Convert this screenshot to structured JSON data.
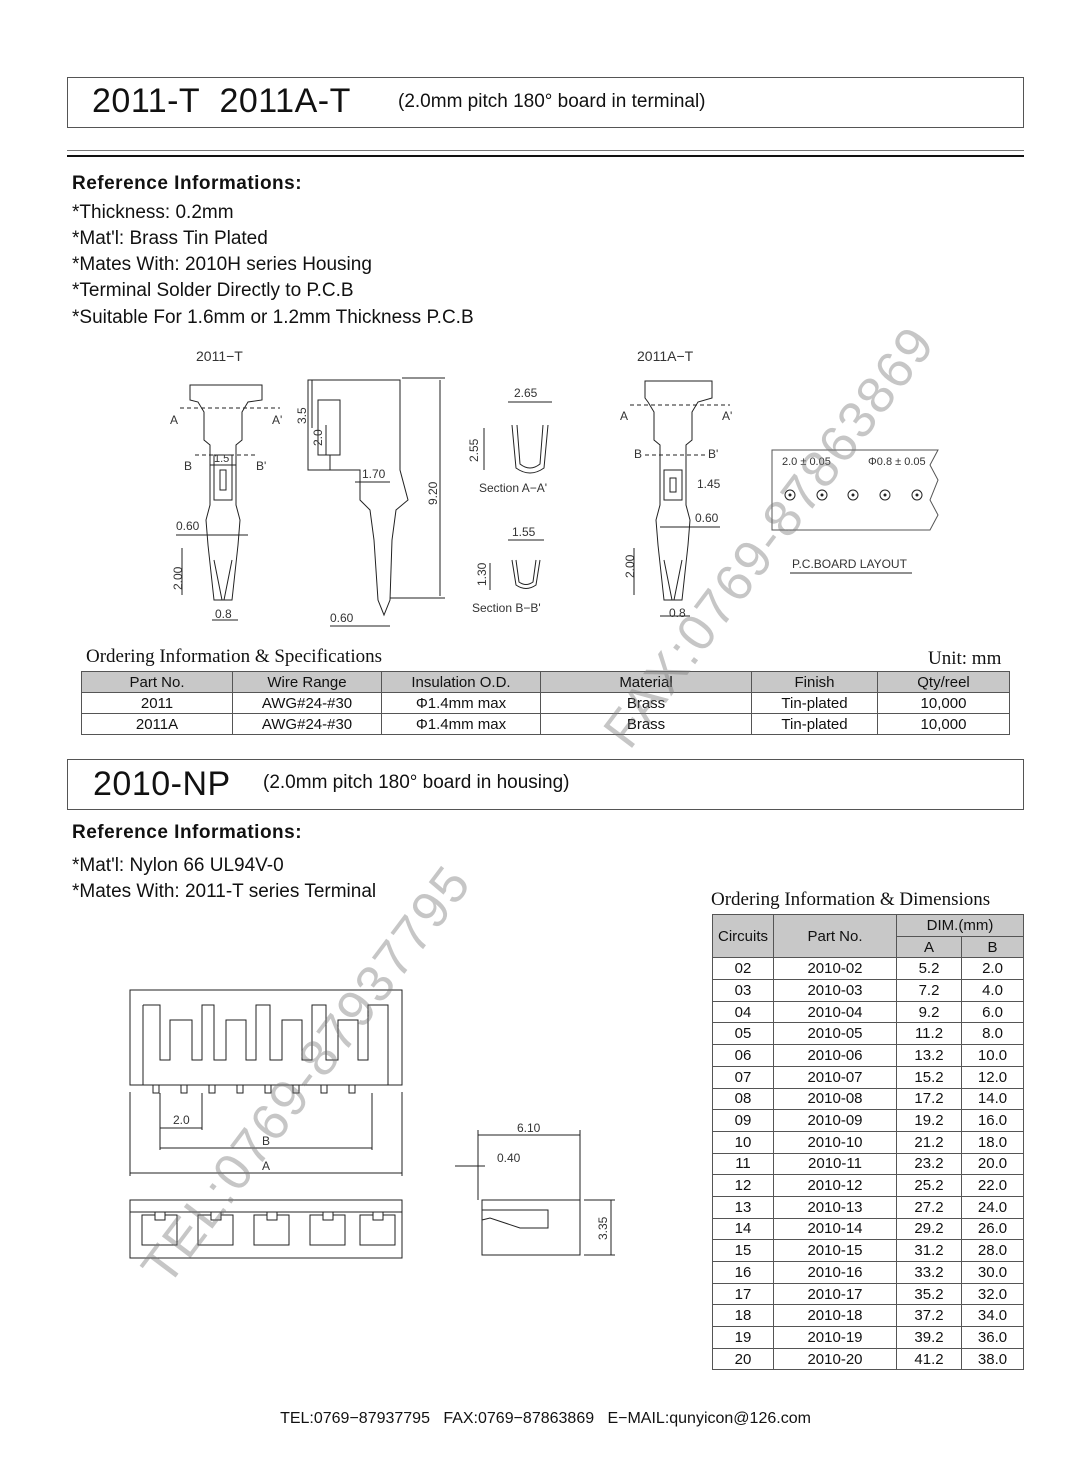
{
  "sec1": {
    "title": "2011-T  2011A-T",
    "subtitle": "(2.0mm pitch 180°  board in terminal)",
    "ref_heading": "Reference Informations:",
    "ref_lines": [
      "*Thickness: 0.2mm",
      "*Mat'l: Brass Tin Plated",
      "*Mates With: 2010H series Housing",
      "*Terminal Solder Directly to P.C.B",
      "*Suitable For 1.6mm or 1.2mm Thickness P.C.B"
    ]
  },
  "drawing1": {
    "label_2011t": "2011−T",
    "label_2011at": "2011A−T",
    "label_a": "A",
    "label_a2": "A'",
    "label_b": "B",
    "label_b2": "B'",
    "dim_1_5": "1.5",
    "dim_0_60": "0.60",
    "dim_2_00": "2.00",
    "dim_0_8": "0.8",
    "dim_3_5": "3.5",
    "dim_2_0": "2.0",
    "dim_1_70": "1.70",
    "dim_9_20": "9.20",
    "dim_2_65": "2.65",
    "dim_2_55": "2.55",
    "section_aa": "Section A−A'",
    "dim_1_55": "1.55",
    "dim_1_30": "1.30",
    "section_bb": "Section B−B'",
    "dim_1_45": "1.45",
    "pcb_pitch": "2.0 ± 0.05",
    "pcb_hole": "Φ0.8 ± 0.05",
    "pcb_label": "P.C.BOARD LAYOUT"
  },
  "spec": {
    "title": "Ordering Information & Specifications",
    "unit": "Unit: mm",
    "headers": [
      "Part No.",
      "Wire Range",
      "Insulation O.D.",
      "Material",
      "Finish",
      "Qty/reel"
    ],
    "rows": [
      [
        "2011",
        "AWG#24-#30",
        "Φ1.4mm  max",
        "Brass",
        "Tin-plated",
        "10,000"
      ],
      [
        "2011A",
        "AWG#24-#30",
        "Φ1.4mm  max",
        "Brass",
        "Tin-plated",
        "10,000"
      ]
    ]
  },
  "sec2": {
    "title": "2010-NP",
    "subtitle": "(2.0mm pitch 180°  board in housing)",
    "ref_heading": "Reference Informations:",
    "ref_lines": [
      "*Mat'l: Nylon 66 UL94V-0",
      "*Mates With: 2011-T series Terminal"
    ]
  },
  "drawing2": {
    "dim_2_0": "2.0",
    "dim_b": "B",
    "dim_a": "A",
    "dim_6_10": "6.10",
    "dim_0_40": "0.40",
    "dim_3_35": "3.35"
  },
  "dims": {
    "title": "Ordering Information & Dimensions",
    "h_circuits": "Circuits",
    "h_partno": "Part No.",
    "h_dim": "DIM.(mm)",
    "h_a": "A",
    "h_b": "B",
    "rows": [
      [
        "02",
        "2010-02",
        "5.2",
        "2.0"
      ],
      [
        "03",
        "2010-03",
        "7.2",
        "4.0"
      ],
      [
        "04",
        "2010-04",
        "9.2",
        "6.0"
      ],
      [
        "05",
        "2010-05",
        "11.2",
        "8.0"
      ],
      [
        "06",
        "2010-06",
        "13.2",
        "10.0"
      ],
      [
        "07",
        "2010-07",
        "15.2",
        "12.0"
      ],
      [
        "08",
        "2010-08",
        "17.2",
        "14.0"
      ],
      [
        "09",
        "2010-09",
        "19.2",
        "16.0"
      ],
      [
        "10",
        "2010-10",
        "21.2",
        "18.0"
      ],
      [
        "11",
        "2010-11",
        "23.2",
        "20.0"
      ],
      [
        "12",
        "2010-12",
        "25.2",
        "22.0"
      ],
      [
        "13",
        "2010-13",
        "27.2",
        "24.0"
      ],
      [
        "14",
        "2010-14",
        "29.2",
        "26.0"
      ],
      [
        "15",
        "2010-15",
        "31.2",
        "28.0"
      ],
      [
        "16",
        "2010-16",
        "33.2",
        "30.0"
      ],
      [
        "17",
        "2010-17",
        "35.2",
        "32.0"
      ],
      [
        "18",
        "2010-18",
        "37.2",
        "34.0"
      ],
      [
        "19",
        "2010-19",
        "39.2",
        "36.0"
      ],
      [
        "20",
        "2010-20",
        "41.2",
        "38.0"
      ]
    ]
  },
  "watermark": {
    "fax": "FAX:0769-87863869",
    "tel": "TEL:0769-87937795"
  },
  "footer": "TEL:0769−87937795   FAX:0769−87863869   E−MAIL:qunyicon@126.com"
}
